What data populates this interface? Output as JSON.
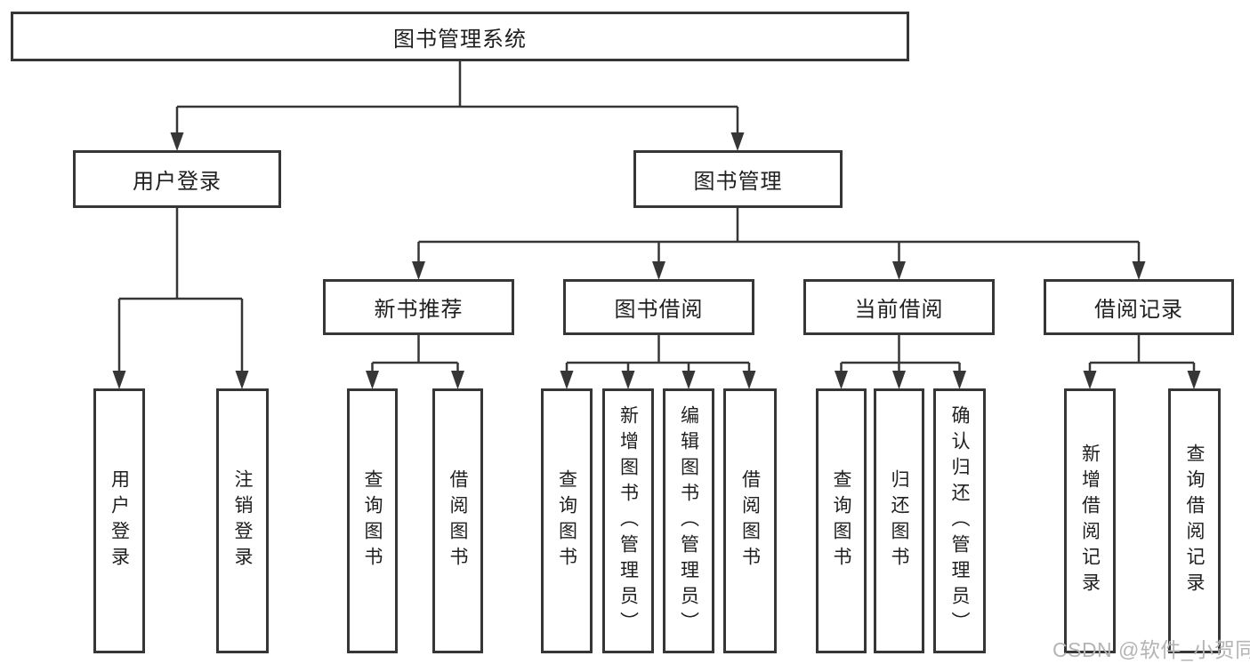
{
  "colors": {
    "line": "#363636",
    "box_border": "#363636",
    "text": "#1f1f1f",
    "watermark": "#b4b4b4",
    "background": "#ffffff"
  },
  "tree": {
    "root": {
      "label": "图书管理系统"
    },
    "branches": [
      {
        "label": "用户登录",
        "children": [
          {
            "label": "用户登录"
          },
          {
            "label": "注销登录"
          }
        ]
      },
      {
        "label": "图书管理",
        "sections": [
          {
            "label": "新书推荐",
            "children": [
              {
                "label": "查询图书"
              },
              {
                "label": "借阅图书"
              }
            ]
          },
          {
            "label": "图书借阅",
            "children": [
              {
                "label": "查询图书"
              },
              {
                "label": "新增图书（管理员）"
              },
              {
                "label": "编辑图书（管理员）"
              },
              {
                "label": "借阅图书"
              }
            ]
          },
          {
            "label": "当前借阅",
            "children": [
              {
                "label": "查询图书"
              },
              {
                "label": "归还图书"
              },
              {
                "label": "确认归还（管理员）"
              }
            ]
          },
          {
            "label": "借阅记录",
            "children": [
              {
                "label": "新增借阅记录"
              },
              {
                "label": "查询借阅记录"
              }
            ]
          }
        ]
      }
    ]
  },
  "watermark": {
    "text": "CSDN @软件_小贺同学"
  }
}
